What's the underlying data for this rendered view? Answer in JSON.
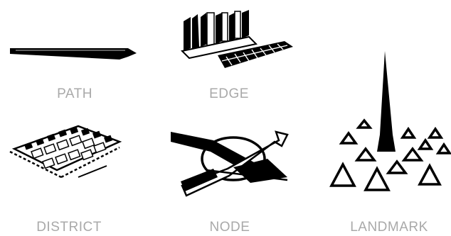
{
  "labels": {
    "path": "PATH",
    "edge": "EDGE",
    "district": "DISTRICT",
    "node": "NODE",
    "landmark": "LANDMARK"
  },
  "colors": {
    "ink": "#000000",
    "label": "#a9a9a9",
    "background": "#ffffff"
  }
}
